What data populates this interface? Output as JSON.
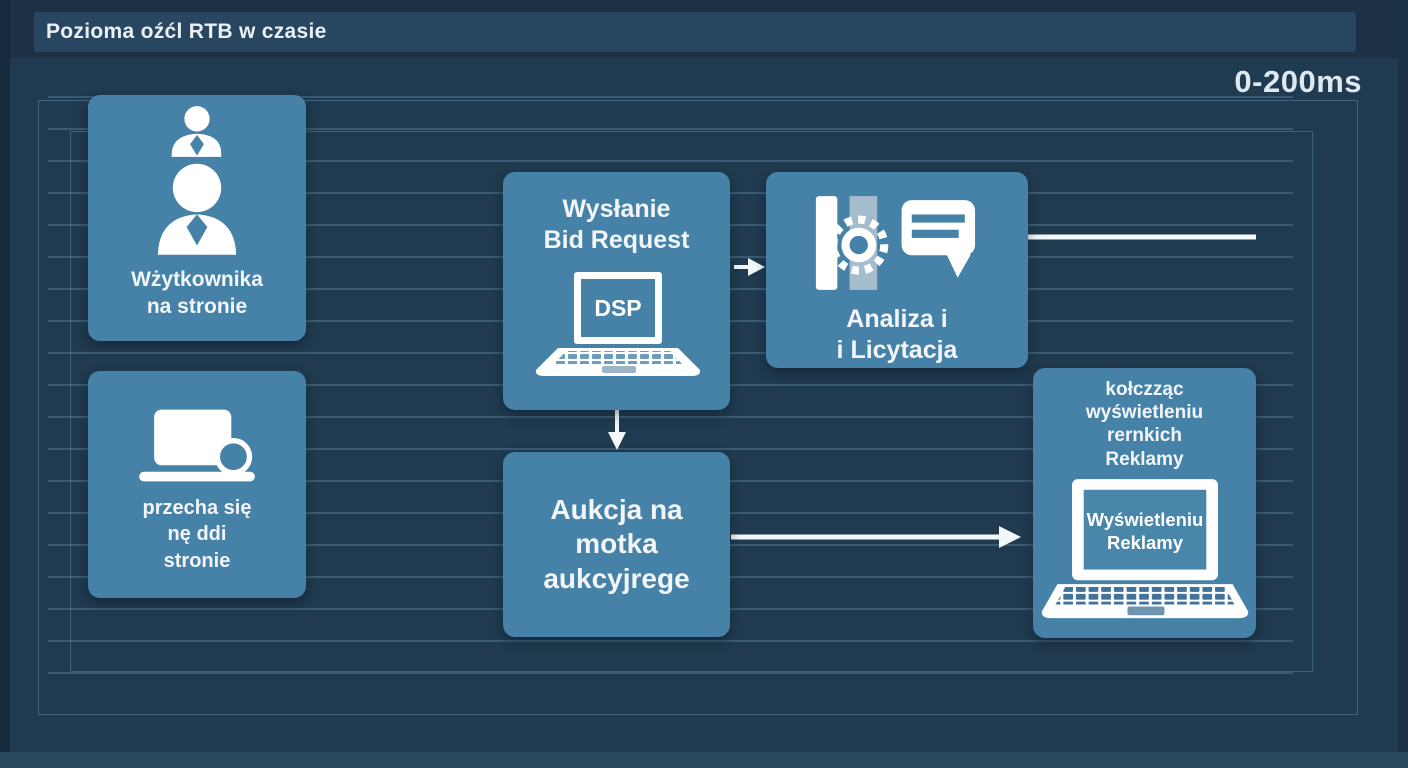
{
  "header": {
    "title": "Pozioma oźćl RTB w czasie",
    "timing_label": "0-200ms"
  },
  "boxes": {
    "user_on_site": {
      "line1": "Wżytkownika",
      "line2": "na stronie"
    },
    "browsing": {
      "line1": "przecha się",
      "line2": "nę ddi",
      "line3": "stronie"
    },
    "bid_request": {
      "line1": "Wysłanie",
      "line2": "Bid Request",
      "screen_label": "DSP"
    },
    "analysis": {
      "line1": "Analiza i",
      "line2": "i Licytacja"
    },
    "auction": {
      "line1": "Aukcja na",
      "line2": "motka",
      "line3": "aukcyjrege"
    },
    "ad_display": {
      "line1": "kołczząc",
      "line2": "wyświetleniu",
      "line3": "rernkich",
      "line4": "Reklamy",
      "screen_line1": "Wyświetleniu",
      "screen_line2": "Reklamy"
    }
  },
  "icons": {
    "user_on_site": "two-person-silhouette-icon",
    "browsing": "laptop-magnifier-icon",
    "bid_request": "laptop-icon",
    "analysis_left": "bars-gear-icon",
    "analysis_right": "speech-bubble-icon",
    "ad_display": "laptop-keyboard-icon"
  },
  "colors": {
    "background": "#203a4f",
    "top_band": "#1c3144",
    "title_panel": "#28465f",
    "node_fill": "#4682a7",
    "text_light": "#f2f6fa",
    "frame_line": "#5c8aa6",
    "arrow": "#f2f7fa"
  }
}
